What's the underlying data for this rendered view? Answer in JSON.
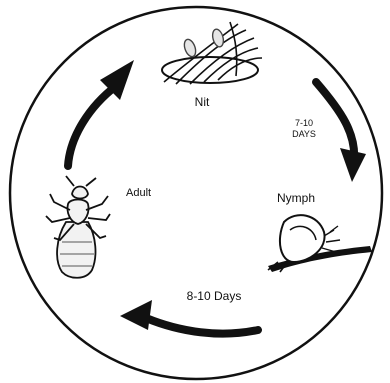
{
  "labels": {
    "nit": "Nit",
    "days_1_line1": "7-10",
    "days_1_line2": "DAYS",
    "nymph": "Nymph",
    "days_2": "8-10 Days",
    "adult": "Adult"
  },
  "colors": {
    "ink": "#111111",
    "background": "#ffffff",
    "body_fill": "#f2f2f2"
  }
}
